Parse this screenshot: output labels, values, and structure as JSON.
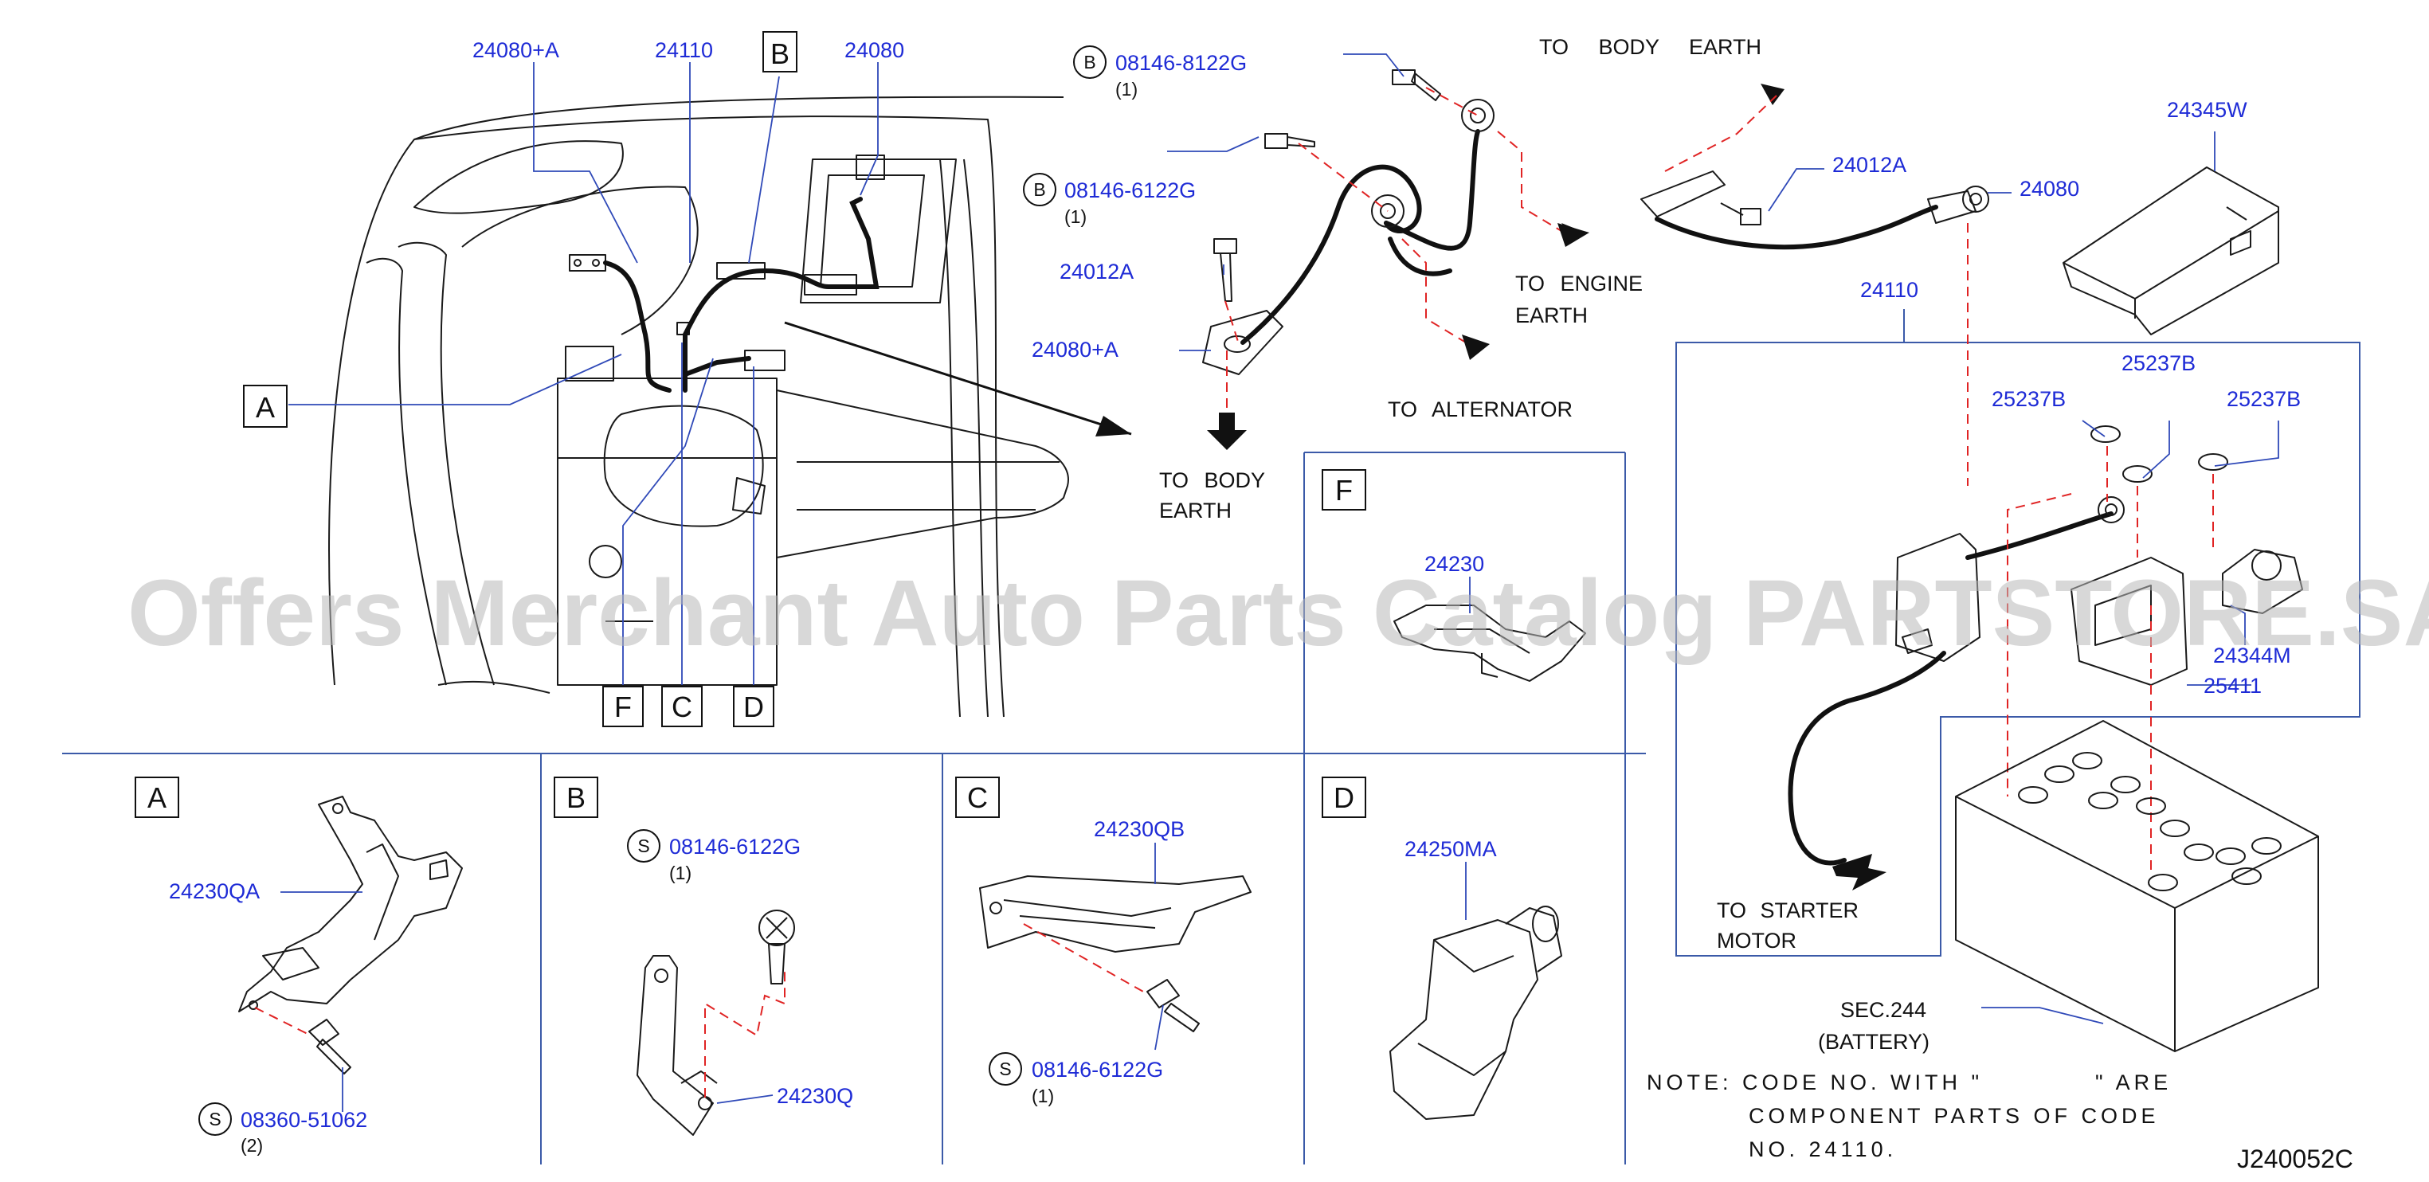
{
  "diagram_code": "J240052C",
  "watermark": "Offers Merchant Auto Parts Catalog PARTSTORE.SA",
  "top_left_labels": {
    "cable_a": "24080+A",
    "harness": "24110",
    "cable": "24080",
    "view_b": "B",
    "view_a": "A",
    "view_f": "F",
    "view_c": "C",
    "view_d": "D"
  },
  "earth_cables": {
    "bolt1": {
      "circle": "B",
      "code": "08146-8122G",
      "qty": "(1)"
    },
    "bolt2": {
      "circle": "B",
      "code": "08146-6122G",
      "qty": "(1)"
    },
    "bolt3": "24012A",
    "cable": "24080+A",
    "to_body_earth_top": "TO BODY EARTH",
    "to_engine_earth_1": "TO ENGINE",
    "to_engine_earth_2": "EARTH",
    "to_alternator": "TO ALTERNATOR",
    "to_body_earth_left_1": "TO BODY",
    "to_body_earth_left_2": "EARTH"
  },
  "battery_area": {
    "bolt": "24012A",
    "cable": "24080",
    "cover": "24345W",
    "harness": "24110",
    "nut1": "25237B",
    "nut2": "25237B",
    "nut3": "25237B",
    "terminal": "24344M",
    "fuse_block": "25411",
    "to_starter_1": "TO STARTER",
    "to_starter_2": "MOTOR",
    "sec": "SEC.244",
    "battery": "(BATTERY)"
  },
  "note": {
    "line1a": "NOTE: CODE NO. WITH \"",
    "line1b": "\" ARE",
    "line2": "COMPONENT PARTS OF CODE",
    "line3": "NO. 24110."
  },
  "detail_a": {
    "title": "A",
    "part": "24230QA",
    "circle": "S",
    "code": "08360-51062",
    "qty": "(2)"
  },
  "detail_b": {
    "title": "B",
    "circle": "S",
    "code": "08146-6122G",
    "qty": "(1)",
    "part": "24230Q"
  },
  "detail_c": {
    "title": "C",
    "part": "24230QB",
    "circle": "S",
    "code": "08146-6122G",
    "qty": "(1)"
  },
  "detail_d": {
    "title": "D",
    "part": "24250MA"
  },
  "detail_f": {
    "title": "F",
    "part": "24230"
  }
}
